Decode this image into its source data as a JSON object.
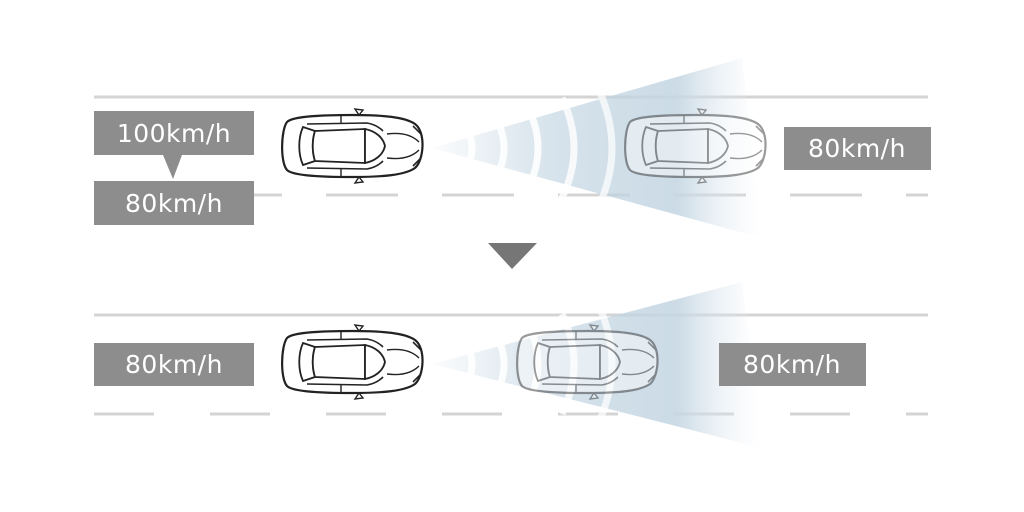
{
  "scene_before": {
    "own_car_label": "100km/h",
    "own_car_set_label": "80km/h",
    "lead_car_label": "80km/h"
  },
  "scene_after": {
    "own_car_label": "80km/h",
    "lead_car_label": "80km/h"
  },
  "colors": {
    "label_bg": "#8d8d8d",
    "road_line": "#d4d4d4",
    "arrow": "#767676",
    "radar": "#b9cedd"
  }
}
